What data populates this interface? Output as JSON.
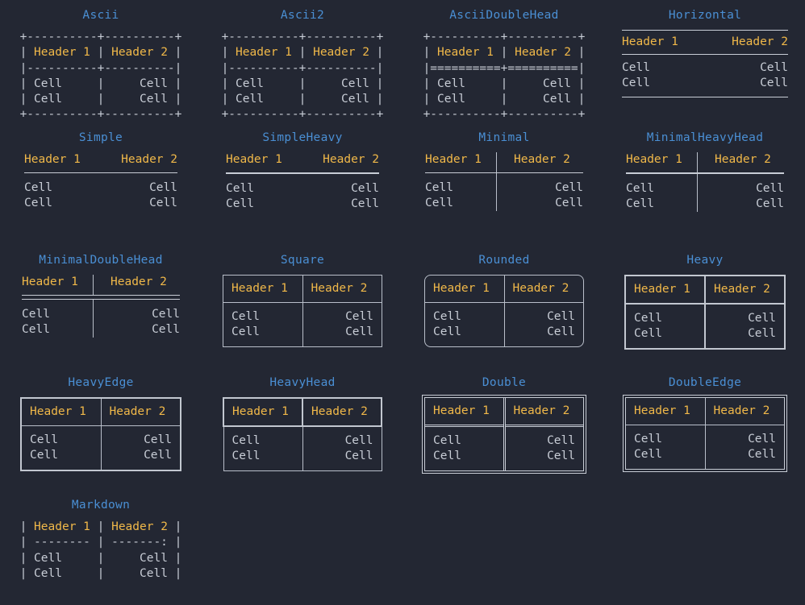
{
  "page": {
    "background": "#232733",
    "title_color": "#4a8fd4",
    "header_color": "#f0b849",
    "cell_color": "#c8cdd6",
    "line_color": "#c8cdd6"
  },
  "common": {
    "header1": "Header 1",
    "header2": "Header 2",
    "cell": "Cell"
  },
  "tables": [
    {
      "id": "ascii",
      "name": "Ascii",
      "style": "ascii-art",
      "art": [
        {
          "text": "+----------+----------+",
          "kind": "rule"
        },
        {
          "segments": [
            {
              "text": "| ",
              "kind": "rule"
            },
            {
              "text": "Header 1",
              "kind": "header"
            },
            {
              "text": " | ",
              "kind": "rule"
            },
            {
              "text": "Header 2",
              "kind": "header"
            },
            {
              "text": " |",
              "kind": "rule"
            }
          ]
        },
        {
          "text": "|----------+----------|",
          "kind": "rule"
        },
        {
          "segments": [
            {
              "text": "| ",
              "kind": "rule"
            },
            {
              "text": "Cell    ",
              "kind": "body"
            },
            {
              "text": " | ",
              "kind": "rule"
            },
            {
              "text": "    Cell",
              "kind": "body"
            },
            {
              "text": " |",
              "kind": "rule"
            }
          ]
        },
        {
          "segments": [
            {
              "text": "| ",
              "kind": "rule"
            },
            {
              "text": "Cell    ",
              "kind": "body"
            },
            {
              "text": " | ",
              "kind": "rule"
            },
            {
              "text": "    Cell",
              "kind": "body"
            },
            {
              "text": " |",
              "kind": "rule"
            }
          ]
        },
        {
          "text": "+----------+----------+",
          "kind": "rule"
        }
      ]
    },
    {
      "id": "ascii2",
      "name": "Ascii2",
      "style": "ascii-art",
      "art": [
        {
          "text": "+----------+----------+",
          "kind": "rule"
        },
        {
          "segments": [
            {
              "text": "| ",
              "kind": "rule"
            },
            {
              "text": "Header 1",
              "kind": "header"
            },
            {
              "text": " | ",
              "kind": "rule"
            },
            {
              "text": "Header 2",
              "kind": "header"
            },
            {
              "text": " |",
              "kind": "rule"
            }
          ]
        },
        {
          "text": "|----------+----------|",
          "kind": "rule"
        },
        {
          "segments": [
            {
              "text": "| ",
              "kind": "rule"
            },
            {
              "text": "Cell    ",
              "kind": "body"
            },
            {
              "text": " | ",
              "kind": "rule"
            },
            {
              "text": "    Cell",
              "kind": "body"
            },
            {
              "text": " |",
              "kind": "rule"
            }
          ]
        },
        {
          "segments": [
            {
              "text": "| ",
              "kind": "rule"
            },
            {
              "text": "Cell    ",
              "kind": "body"
            },
            {
              "text": " | ",
              "kind": "rule"
            },
            {
              "text": "    Cell",
              "kind": "body"
            },
            {
              "text": " |",
              "kind": "rule"
            }
          ]
        },
        {
          "text": "+----------+----------+",
          "kind": "rule"
        }
      ]
    },
    {
      "id": "asciidoublehead",
      "name": "AsciiDoubleHead",
      "style": "ascii-art",
      "art": [
        {
          "text": "+----------+----------+",
          "kind": "rule"
        },
        {
          "segments": [
            {
              "text": "| ",
              "kind": "rule"
            },
            {
              "text": "Header 1",
              "kind": "header"
            },
            {
              "text": " | ",
              "kind": "rule"
            },
            {
              "text": "Header 2",
              "kind": "header"
            },
            {
              "text": " |",
              "kind": "rule"
            }
          ]
        },
        {
          "text": "|==========+==========|",
          "kind": "rule"
        },
        {
          "segments": [
            {
              "text": "| ",
              "kind": "rule"
            },
            {
              "text": "Cell    ",
              "kind": "body"
            },
            {
              "text": " | ",
              "kind": "rule"
            },
            {
              "text": "    Cell",
              "kind": "body"
            },
            {
              "text": " |",
              "kind": "rule"
            }
          ]
        },
        {
          "segments": [
            {
              "text": "| ",
              "kind": "rule"
            },
            {
              "text": "Cell    ",
              "kind": "body"
            },
            {
              "text": " | ",
              "kind": "rule"
            },
            {
              "text": "    Cell",
              "kind": "body"
            },
            {
              "text": " |",
              "kind": "rule"
            }
          ]
        },
        {
          "text": "+----------+----------+",
          "kind": "rule"
        }
      ]
    },
    {
      "id": "horizontal",
      "name": "Horizontal",
      "style": "horizontal"
    },
    {
      "id": "simple",
      "name": "Simple",
      "style": "simple"
    },
    {
      "id": "simpleheavy",
      "name": "SimpleHeavy",
      "style": "simple-heavy"
    },
    {
      "id": "minimal",
      "name": "Minimal",
      "style": "minimal"
    },
    {
      "id": "minimalheavyhead",
      "name": "MinimalHeavyHead",
      "style": "minimal-heavyhead"
    },
    {
      "id": "minimaldoublehead",
      "name": "MinimalDoubleHead",
      "style": "minimal-doublehead"
    },
    {
      "id": "square",
      "name": "Square",
      "style": "square"
    },
    {
      "id": "rounded",
      "name": "Rounded",
      "style": "rounded"
    },
    {
      "id": "heavy",
      "name": "Heavy",
      "style": "heavy"
    },
    {
      "id": "heavyedge",
      "name": "HeavyEdge",
      "style": "heavyedge"
    },
    {
      "id": "heavyhead",
      "name": "HeavyHead",
      "style": "heavyhead"
    },
    {
      "id": "double",
      "name": "Double",
      "style": "double"
    },
    {
      "id": "doubleedge",
      "name": "DoubleEdge",
      "style": "doubleedge"
    },
    {
      "id": "markdown",
      "name": "Markdown",
      "style": "ascii-art",
      "art": [
        {
          "segments": [
            {
              "text": "| ",
              "kind": "rule"
            },
            {
              "text": "Header 1",
              "kind": "header"
            },
            {
              "text": " | ",
              "kind": "rule"
            },
            {
              "text": "Header 2",
              "kind": "header"
            },
            {
              "text": " |",
              "kind": "rule"
            }
          ]
        },
        {
          "text": "| -------- | -------: |",
          "kind": "rule"
        },
        {
          "segments": [
            {
              "text": "| ",
              "kind": "rule"
            },
            {
              "text": "Cell    ",
              "kind": "body"
            },
            {
              "text": " | ",
              "kind": "rule"
            },
            {
              "text": "    Cell",
              "kind": "body"
            },
            {
              "text": " |",
              "kind": "rule"
            }
          ]
        },
        {
          "segments": [
            {
              "text": "| ",
              "kind": "rule"
            },
            {
              "text": "Cell    ",
              "kind": "body"
            },
            {
              "text": " | ",
              "kind": "rule"
            },
            {
              "text": "    Cell",
              "kind": "body"
            },
            {
              "text": " |",
              "kind": "rule"
            }
          ]
        }
      ]
    }
  ]
}
